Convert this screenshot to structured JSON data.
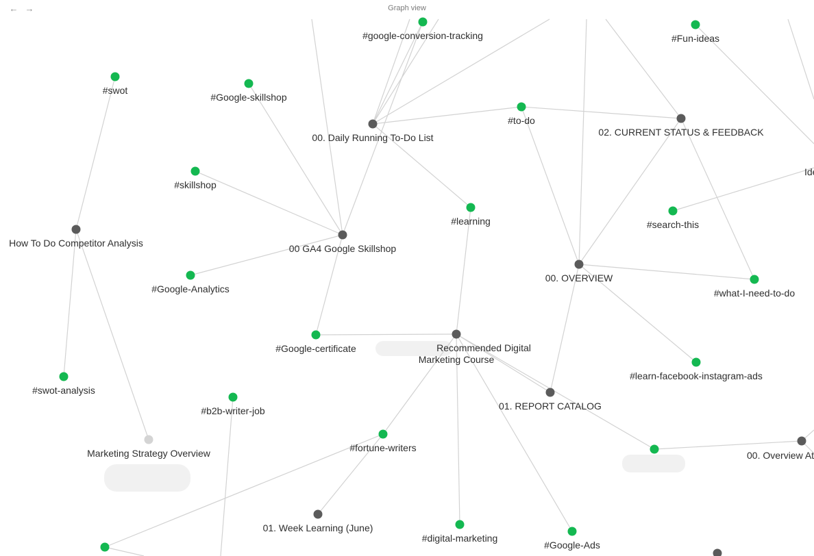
{
  "window": {
    "title": "Graph view",
    "back_icon": "arrow-left-icon",
    "forward_icon": "arrow-right-icon"
  },
  "colors": {
    "tag_node": "#14b851",
    "note_node": "#5b5b5b",
    "orphan_node": "#d4d4d4",
    "edge": "#d2d2d2",
    "label": "#2e2e2e"
  },
  "graph": {
    "nodes": [
      {
        "id": "swot",
        "label": "#swot",
        "kind": "tag"
      },
      {
        "id": "google-skillshop",
        "label": "#Google-skillshop",
        "kind": "tag"
      },
      {
        "id": "google-conversion-tracking",
        "label": "#google-conversion-tracking",
        "kind": "tag"
      },
      {
        "id": "fun-ideas",
        "label": "#Fun-ideas",
        "kind": "tag"
      },
      {
        "id": "daily-todo",
        "label": "00. Daily Running To-Do List",
        "kind": "note"
      },
      {
        "id": "to-do",
        "label": "#to-do",
        "kind": "tag"
      },
      {
        "id": "current-status",
        "label": "02. CURRENT STATUS & FEEDBACK",
        "kind": "note"
      },
      {
        "id": "skillshop",
        "label": "#skillshop",
        "kind": "tag"
      },
      {
        "id": "ide",
        "label": "Ide",
        "kind": "note"
      },
      {
        "id": "learning",
        "label": "#learning",
        "kind": "tag"
      },
      {
        "id": "search-this",
        "label": "#search-this",
        "kind": "tag"
      },
      {
        "id": "competitor-analysis",
        "label": "How To Do Competitor Analysis",
        "kind": "note"
      },
      {
        "id": "ga4-skillshop",
        "label": "00 GA4 Google Skillshop",
        "kind": "note"
      },
      {
        "id": "overview",
        "label": "00. OVERVIEW",
        "kind": "note"
      },
      {
        "id": "google-analytics",
        "label": "#Google-Analytics",
        "kind": "tag"
      },
      {
        "id": "what-i-need",
        "label": "#what-I-need-to-do",
        "kind": "tag"
      },
      {
        "id": "google-certificate",
        "label": "#Google-certificate",
        "kind": "tag"
      },
      {
        "id": "recommended-course",
        "label": "Recommended Digital Marketing Course",
        "kind": "note"
      },
      {
        "id": "learn-fb-ig-ads",
        "label": "#learn-facebook-instagram-ads",
        "kind": "tag"
      },
      {
        "id": "swot-analysis",
        "label": "#swot-analysis",
        "kind": "tag"
      },
      {
        "id": "report-catalog",
        "label": "01. REPORT CATALOG",
        "kind": "note"
      },
      {
        "id": "b2b-writer-job",
        "label": "#b2b-writer-job",
        "kind": "tag"
      },
      {
        "id": "marketing-strategy",
        "label": "Marketing Strategy Overview",
        "kind": "orphan"
      },
      {
        "id": "fortune-writers",
        "label": "#fortune-writers",
        "kind": "tag"
      },
      {
        "id": "unlabeled-tag",
        "label": "",
        "kind": "tag"
      },
      {
        "id": "overview-at",
        "label": "00. Overview At",
        "kind": "note"
      },
      {
        "id": "week-learning",
        "label": "01. Week Learning (June)",
        "kind": "note"
      },
      {
        "id": "digital-marketing",
        "label": "#digital-marketing",
        "kind": "tag"
      },
      {
        "id": "google-ads",
        "label": "#Google-Ads",
        "kind": "tag"
      },
      {
        "id": "bottom-left-tag",
        "label": "",
        "kind": "tag"
      },
      {
        "id": "bottom-right-note",
        "label": "",
        "kind": "note"
      }
    ],
    "edges": [
      [
        "swot",
        "competitor-analysis"
      ],
      [
        "competitor-analysis",
        "swot-analysis"
      ],
      [
        "competitor-analysis",
        "marketing-strategy"
      ],
      [
        "google-skillshop",
        "ga4-skillshop"
      ],
      [
        "skillshop",
        "ga4-skillshop"
      ],
      [
        "google-analytics",
        "ga4-skillshop"
      ],
      [
        "ga4-skillshop",
        "google-certificate"
      ],
      [
        "ga4-skillshop",
        "google-conversion-tracking"
      ],
      [
        "daily-todo",
        "google-conversion-tracking"
      ],
      [
        "daily-todo",
        "to-do"
      ],
      [
        "daily-todo",
        "learning"
      ],
      [
        "to-do",
        "current-status"
      ],
      [
        "to-do",
        "overview"
      ],
      [
        "current-status",
        "overview"
      ],
      [
        "current-status",
        "what-i-need"
      ],
      [
        "overview",
        "what-i-need"
      ],
      [
        "overview",
        "learn-fb-ig-ads"
      ],
      [
        "overview",
        "report-catalog"
      ],
      [
        "search-this",
        "ide"
      ],
      [
        "learning",
        "recommended-course"
      ],
      [
        "google-certificate",
        "recommended-course"
      ],
      [
        "recommended-course",
        "report-catalog"
      ],
      [
        "recommended-course",
        "fortune-writers"
      ],
      [
        "recommended-course",
        "digital-marketing"
      ],
      [
        "recommended-course",
        "google-ads"
      ],
      [
        "recommended-course",
        "unlabeled-tag"
      ],
      [
        "unlabeled-tag",
        "overview-at"
      ],
      [
        "fortune-writers",
        "week-learning"
      ],
      [
        "bottom-left-tag",
        "fortune-writers"
      ]
    ]
  }
}
